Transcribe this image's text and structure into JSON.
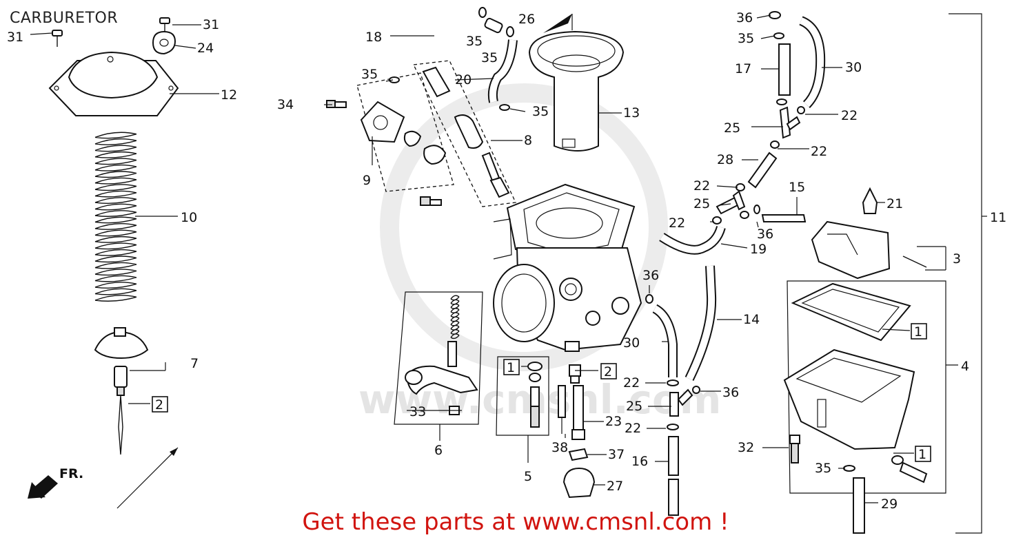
{
  "title": "CARBURETOR",
  "footer": "Get these parts at www.cmsnl.com !",
  "watermark": "www.cmsnl.com",
  "direction_label": "FR.",
  "colors": {
    "footer_text": "#d1140f",
    "line": "#111111",
    "watermark": "#e4e4e4"
  },
  "callouts": {
    "c1": "1",
    "c2": "2",
    "c3": "3",
    "c4": "4",
    "c5": "5",
    "c6": "6",
    "c7": "7",
    "c8": "8",
    "c9": "9",
    "c10": "10",
    "c11": "11",
    "c12": "12",
    "c13": "13",
    "c14": "14",
    "c15": "15",
    "c16": "16",
    "c17": "17",
    "c18": "18",
    "c19": "19",
    "c20": "20",
    "c21": "21",
    "c22": "22",
    "c23": "23",
    "c24": "24",
    "c25": "25",
    "c26": "26",
    "c27": "27",
    "c28": "28",
    "c29": "29",
    "c30": "30",
    "c31": "31",
    "c32": "32",
    "c33": "33",
    "c34": "34",
    "c35": "35",
    "c36": "36",
    "c37": "37",
    "c38": "38"
  }
}
